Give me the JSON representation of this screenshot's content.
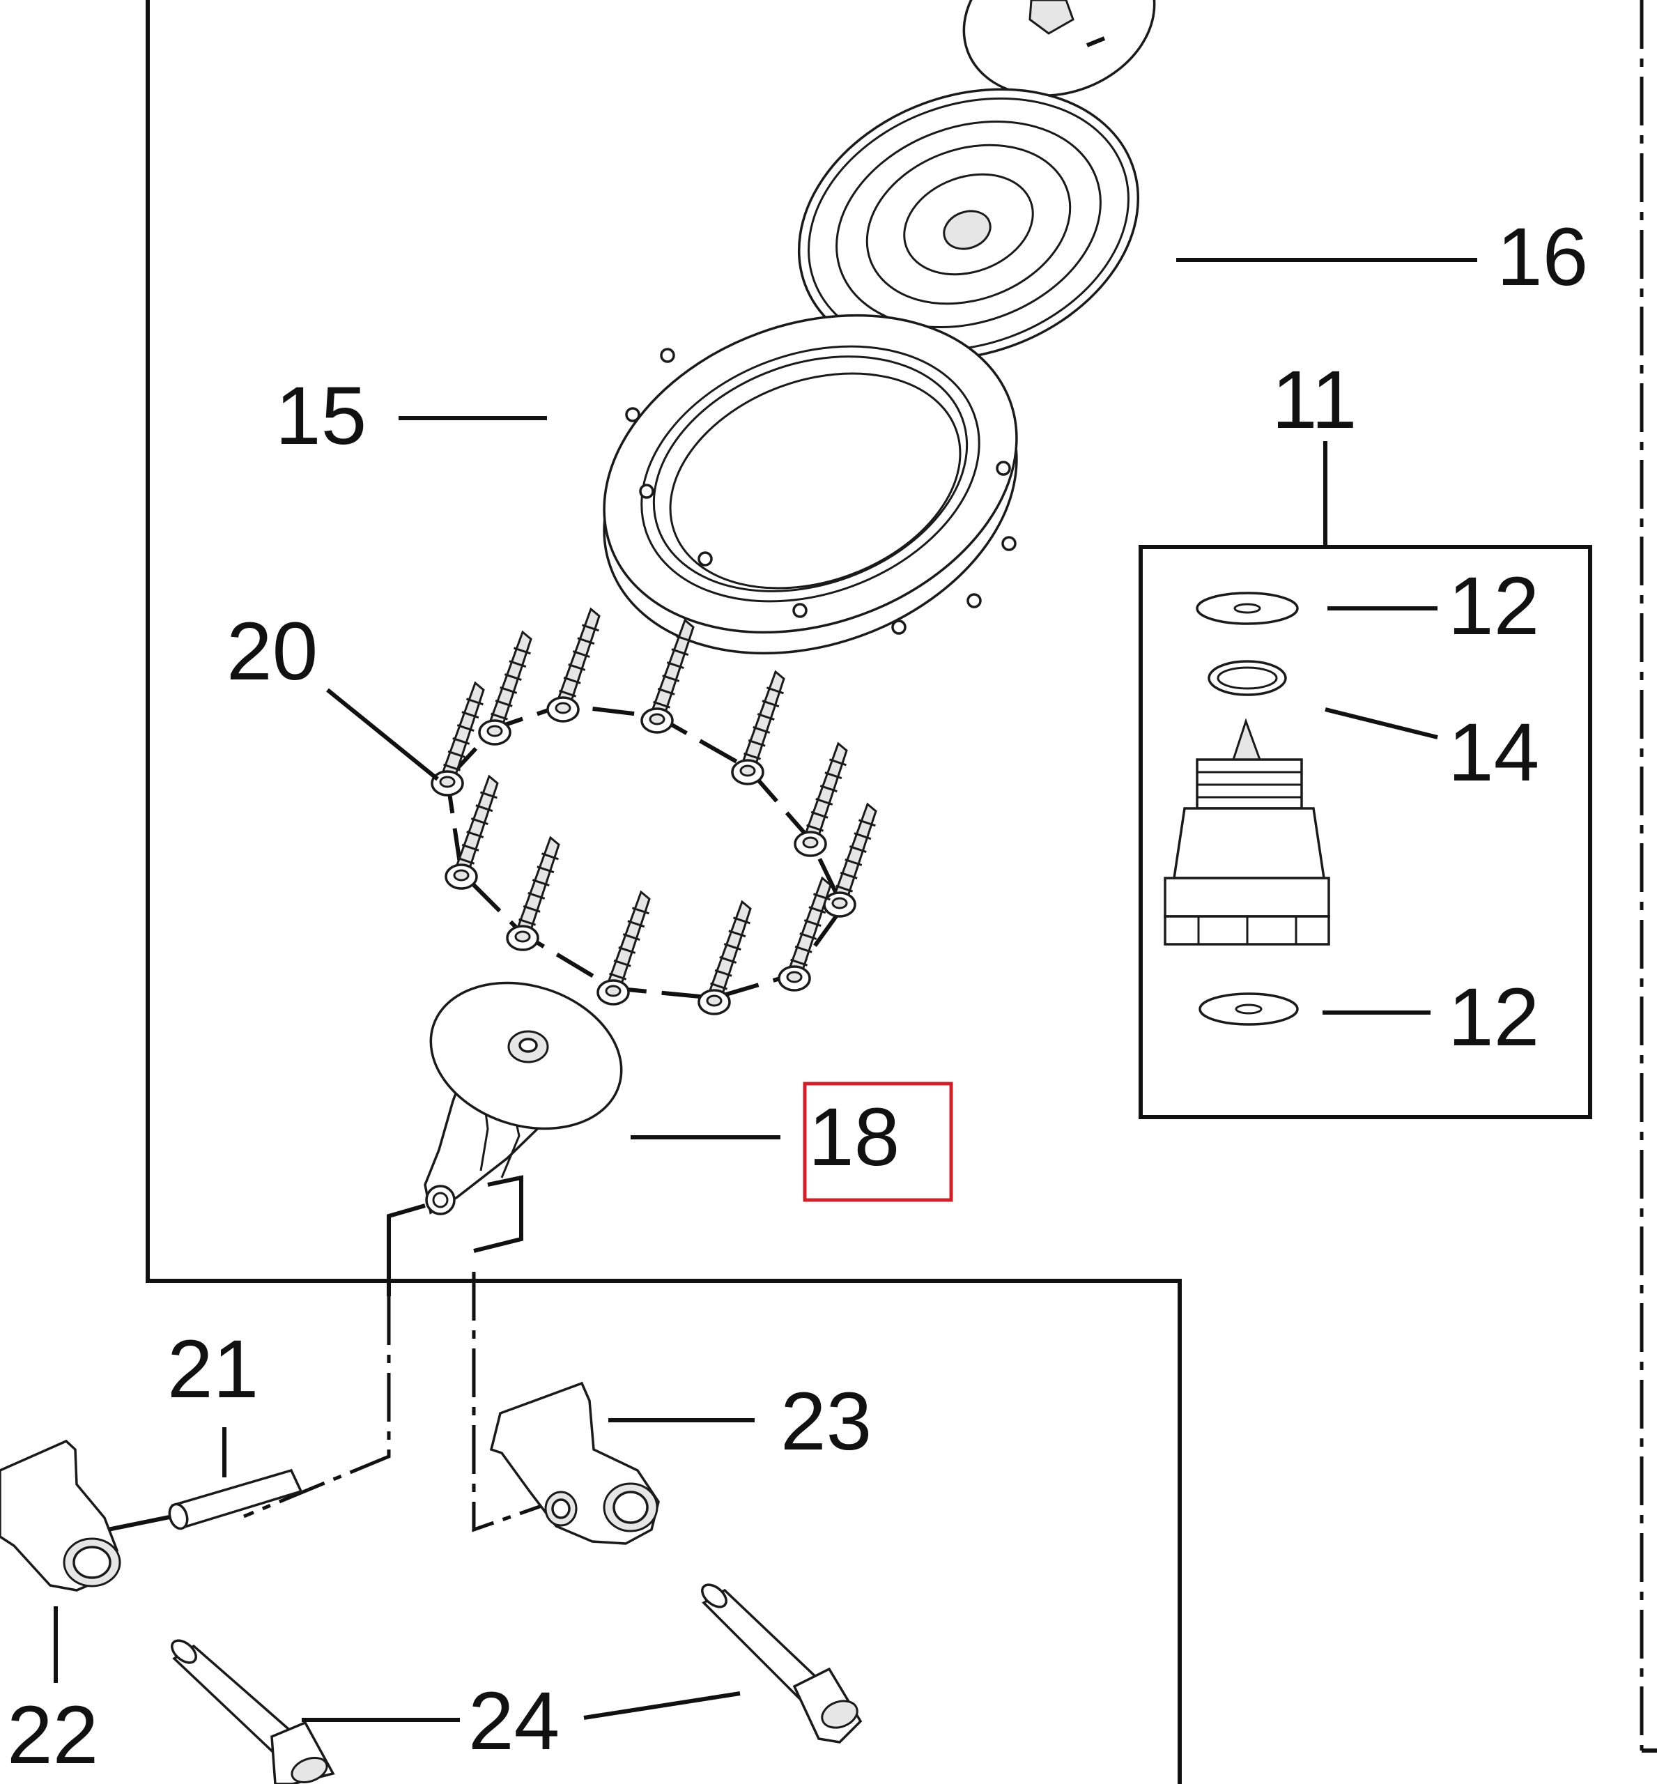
{
  "callouts": {
    "c11": "11",
    "c12a": "12",
    "c12b": "12",
    "c14": "14",
    "c15": "15",
    "c16": "16",
    "c18": "18",
    "c20": "20",
    "c21": "21",
    "c22": "22",
    "c23": "23",
    "c24": "24"
  },
  "highlight": {
    "callout": "18",
    "color": "#d0202a"
  },
  "colors": {
    "ink": "#111111",
    "background": "#ffffff"
  }
}
